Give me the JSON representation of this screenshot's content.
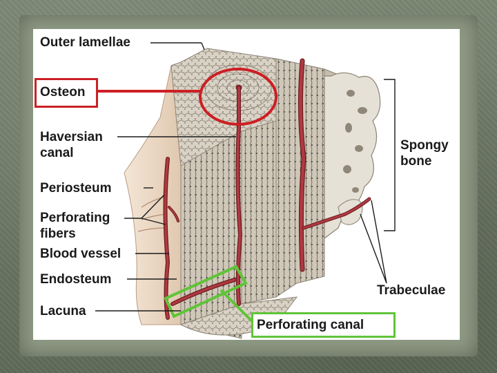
{
  "labels": {
    "outer_lamellae": "Outer lamellae",
    "osteon": "Osteon",
    "haversian_canal_line1": "Haversian",
    "haversian_canal_line2": "canal",
    "periosteum": "Periosteum",
    "perforating_fibers_line1": "Perforating",
    "perforating_fibers_line2": "fibers",
    "blood_vessel": "Blood vessel",
    "endosteum": "Endosteum",
    "lacuna": "Lacuna",
    "spongy_bone_line1": "Spongy",
    "spongy_bone_line2": "bone",
    "trabeculae": "Trabeculae",
    "perforating_canal": "Perforating canal"
  },
  "colors": {
    "highlight_osteon": "#cc1f24",
    "highlight_perforating_canal": "#5fc437",
    "bone_matrix": "#d6cfc0",
    "vessel": "#a8323a",
    "periosteum": "#efdcc8"
  }
}
